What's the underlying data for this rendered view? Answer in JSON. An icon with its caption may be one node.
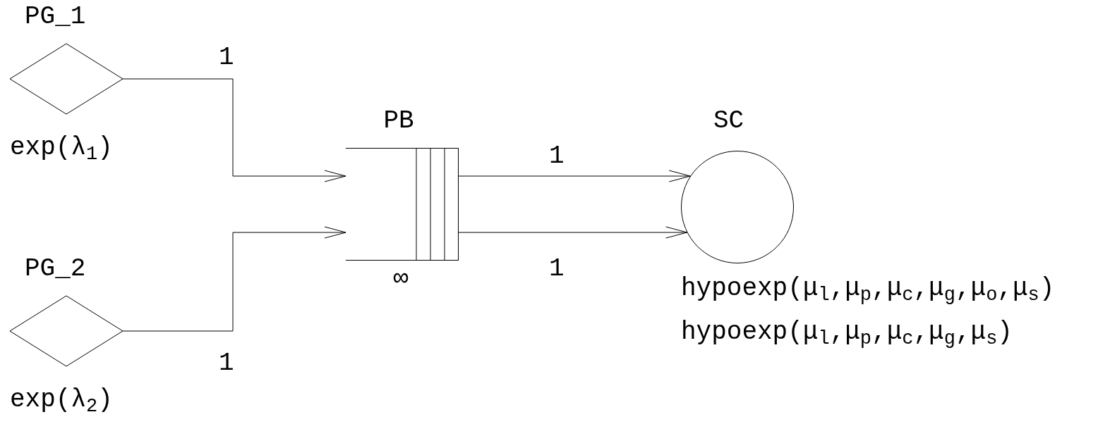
{
  "diagram": {
    "nodes": [
      {
        "text": [
          "PG_1"
        ],
        "beside": [
          "exp(λ$_{1}$)"
        ]
      },
      {
        "text": [
          "PG_2"
        ],
        "beside": [
          "exp(λ$_{2}$)"
        ]
      },
      {
        "text": [
          "PB"
        ],
        "beside": [
          "∞"
        ]
      },
      {
        "text": [
          "SC"
        ],
        "beside": [
          "hypoexp(μ$_{l}$,μ$_{p}$,μ$_{c}$,μ$_{g}$,μ$_{o}$,μ$_{s}$)",
          "hypoexp(μ$_{l}$,μ$_{p}$,μ$_{c}$,μ$_{g}$,μ$_{s}$)"
        ]
      }
    ],
    "edges": [
      {
        "from": 0,
        "to": 2,
        "arrow": "to",
        "label": "1"
      },
      {
        "from": 1,
        "to": 2,
        "arrow": "to",
        "label": "1"
      },
      {
        "from": 2,
        "to": 3,
        "arrow": "to",
        "label": "1"
      },
      {
        "from": 2,
        "to": 3,
        "arrow": "to",
        "label": "1"
      }
    ]
  }
}
